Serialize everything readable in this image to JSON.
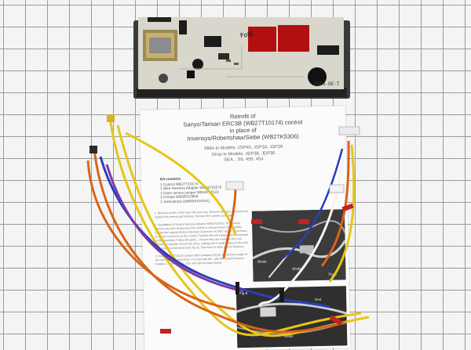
{
  "board": {
    "silkscreen_label": "ERC3-GE-T",
    "handwritten_mark": "Fol6"
  },
  "sheet": {
    "title_lines": [
      "Retrofit of",
      "Sanyo/Tarisan ERC3B (WB27T10174) control",
      "in place of",
      "Invensys/Robertshaw/Siebe (WB27K5306)"
    ],
    "model_lines": [
      "Slide-in Models: JSP40, JSP34, JSP26",
      "Drop-in Models: JDP38, JDP36",
      "SEA... 55, 455, 454"
    ],
    "kit_title": "Kit contains",
    "kit_items": [
      "1  Control WB27T10174",
      "1  Wire Harness Adapter WB18T10579",
      "1  Oven sensor jumper WB18T10123",
      "2  Crimps WB06X10656",
      "1  Instructions (WB00XXXXXX)"
    ],
    "steps": [
      "1.  Remove power. Then open the oven top. Remove the wire connectors to expose the control and harness. Remove the control assembly.",
      "2.  Installation of Sensor Harness Adapter WB18T10579. Temporarily remove any wire straps near the control to remove board of assembly. Locate the original Sensor Harness Connector on ERC board. Disconnect at a 3 pin connector at the control. Transfer the red wiring leads connected to the assembly. Follow the wires... ensure they are routed to the new harness. Carefully reroute the wires, cutting and 2 cable straps on the new back make connections (see Fig A). Test each of other sensor harness...",
      "3.  Insert WB18T10123 jumper within adapter (Fig B). Reconnect length of the red wire...cut and crimp. Cut and strip the...with the control harness. Replace...new harness. Use wire ties for lead routing."
    ],
    "photo_top": {
      "labels": [
        "Fig A",
        "Blade",
        "Blade"
      ]
    },
    "photo_bottom": {
      "labels": [
        "Fig B",
        "Blade",
        "Red"
      ]
    }
  },
  "colors": {
    "grid_line": "#9a9a9a",
    "paper": "#fbfbfb",
    "board_housing": "#3a3a3a",
    "pcb": "#d9d6cc",
    "relay": "#b01010",
    "wire_yellow": "#e6c619",
    "wire_orange": "#d8641a",
    "wire_blue": "#2b3fb8",
    "wire_purple": "#7d3aa8",
    "wire_white": "#f4f4f4",
    "terminal_red": "#c42222"
  }
}
